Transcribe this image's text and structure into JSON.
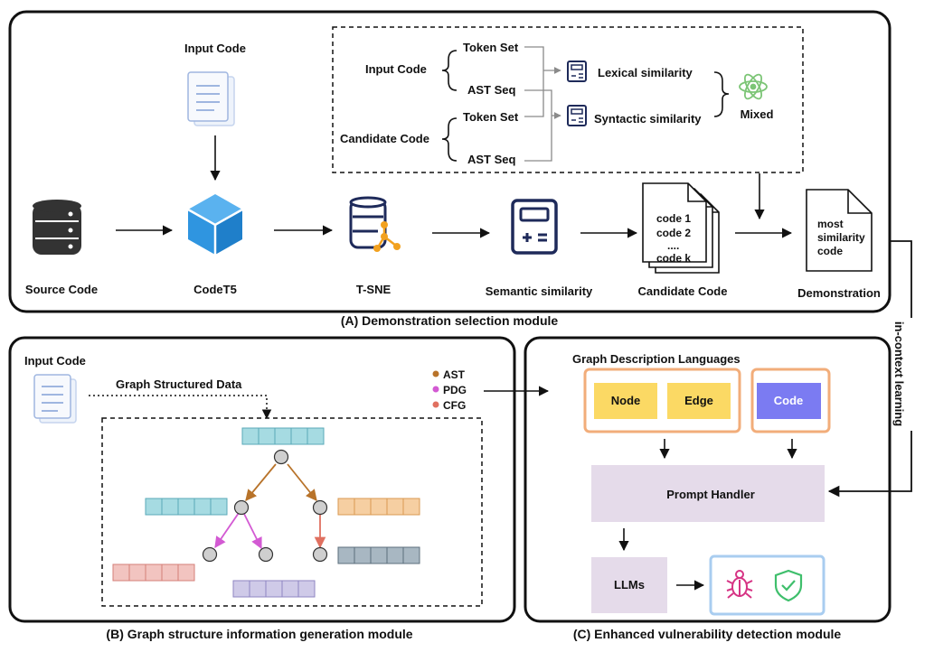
{
  "sections": {
    "a_title": "(A) Demonstration selection module",
    "b_title": "(B) Graph structure information generation module",
    "c_title": "(C) Enhanced vulnerability detection module"
  },
  "module_a": {
    "input_code": "Input Code",
    "source_code": "Source Code",
    "codet5": "CodeT5",
    "tsne": "T-SNE",
    "semantic_similarity": "Semantic similarity",
    "candidate_code": "Candidate Code",
    "demonstration": "Demonstration",
    "candidate_lines": [
      "code 1",
      "code 2",
      "....",
      "code k"
    ],
    "demo_lines": [
      "most",
      "similarity",
      "code"
    ],
    "mixed_box": {
      "input_code": "Input Code",
      "candidate_code": "Candidate Code",
      "token_set": "Token Set",
      "ast_seq": "AST Seq",
      "lexical": "Lexical similarity",
      "syntactic": "Syntactic similarity",
      "mixed": "Mixed"
    }
  },
  "side_label": "in-context  learning",
  "module_b": {
    "input_code": "Input Code",
    "graph_data": "Graph Structured Data",
    "legend": [
      {
        "label": "AST",
        "color": "#b8732a"
      },
      {
        "label": "PDG",
        "color": "#d35ad3"
      },
      {
        "label": "CFG",
        "color": "#e07060"
      }
    ]
  },
  "module_c": {
    "gdl_title": "Graph Description Languages",
    "node": "Node",
    "edge": "Edge",
    "code": "Code",
    "prompt_handler": "Prompt Handler",
    "llms": "LLMs"
  },
  "colors": {
    "cube_blue": "#2f95e0",
    "node_yellow": "#fbd964",
    "code_purple": "#7b7bf2",
    "prompt_bg": "#e5dbea",
    "orange_border": "#f2ad7a",
    "bug_pink": "#d63384",
    "shield_green": "#3fbf6c",
    "row_teal": "#a6dbe2",
    "row_orange": "#f6cfa2",
    "row_slate": "#a8b7c2",
    "row_pink": "#f2c4c0",
    "row_lavender": "#cfcae8"
  }
}
